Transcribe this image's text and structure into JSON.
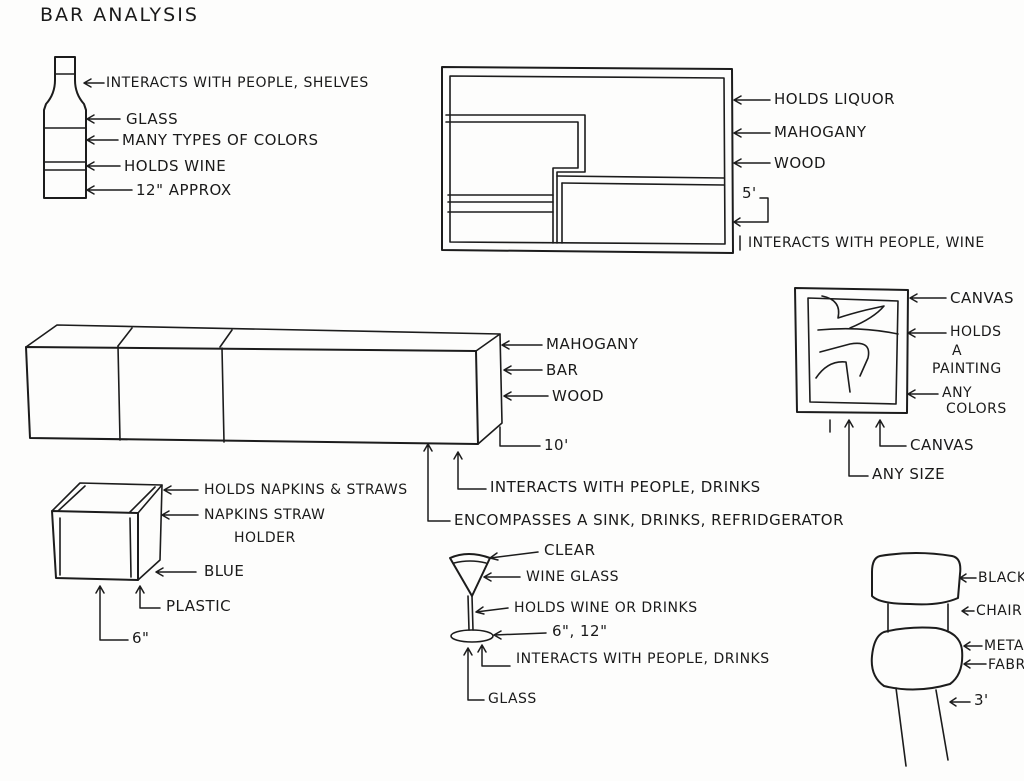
{
  "title": "BAR ANALYSIS",
  "ink_color": "#1c1c1c",
  "bottle": {
    "interacts": "INTERACTS WITH PEOPLE, SHELVES",
    "glass": "GLASS",
    "colors": "MANY TYPES OF COLORS",
    "holds": "HOLDS WINE",
    "size": "12\" APPROX"
  },
  "shelf": {
    "holds": "HOLDS LIQUOR",
    "material": "MAHOGANY",
    "wood": "WOOD",
    "size": "5'",
    "interacts": "INTERACTS WITH PEOPLE, WINE"
  },
  "counter": {
    "material": "MAHOGANY",
    "type": "BAR",
    "wood": "WOOD",
    "size": "10'",
    "interacts": "INTERACTS WITH PEOPLE, DRINKS",
    "encompasses": "ENCOMPASSES A SINK, DRINKS, REFRIDGERATOR"
  },
  "canvas": {
    "name": "CANVAS",
    "holds_1": "HOLDS",
    "holds_2": "A",
    "holds_3": "PAINTING",
    "colors_1": "ANY",
    "colors_2": "COLORS",
    "material": "CANVAS",
    "size": "ANY SIZE"
  },
  "napkin_holder": {
    "holds": "HOLDS NAPKINS & STRAWS",
    "name_1": "NAPKINS STRAW",
    "name_2": "HOLDER",
    "color": "BLUE",
    "material": "PLASTIC",
    "size": "6\""
  },
  "wine_glass": {
    "clear": "CLEAR",
    "name": "WINE GLASS",
    "holds": "HOLDS WINE OR DRINKS",
    "size": "6\", 12\"",
    "interacts": "INTERACTS WITH PEOPLE, DRINKS",
    "material": "GLASS"
  },
  "chair": {
    "color": "BLACK",
    "name": "CHAIR",
    "metal": "METAL",
    "fabric": "FABRIC",
    "size": "3'"
  }
}
